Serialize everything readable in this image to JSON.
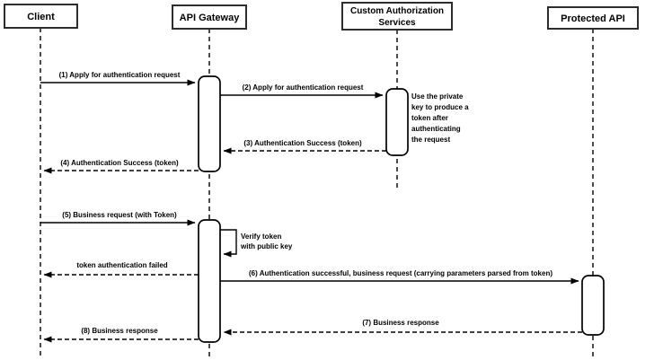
{
  "diagram": {
    "kind": "sequence-diagram",
    "colors": {
      "background": "#ffffff",
      "lines": "#000000",
      "actor_border": "#2d2d2d",
      "shape_fill": "#ffffff"
    },
    "actors": [
      {
        "id": "client",
        "label": "Client"
      },
      {
        "id": "api-gateway",
        "label": "API Gateway"
      },
      {
        "id": "custom-authorization-services",
        "label_line1": "Custom Authorization",
        "label_line2": "Services"
      },
      {
        "id": "protected-api",
        "label": "Protected API"
      }
    ],
    "messages": [
      {
        "seq": "1",
        "label": "(1) Apply for authentication request",
        "from": "Client",
        "to": "API Gateway",
        "line": "solid"
      },
      {
        "seq": "2",
        "label": "(2) Apply for authentication request",
        "from": "API Gateway",
        "to": "Custom Authorization Services",
        "line": "solid"
      },
      {
        "seq": "3",
        "label": "(3) Authentication Success (token)",
        "from": "Custom Authorization Services",
        "to": "API Gateway",
        "line": "dashed"
      },
      {
        "seq": "4",
        "label": "(4) Authentication Success (token)",
        "from": "API Gateway",
        "to": "Client",
        "line": "dashed"
      },
      {
        "seq": "5",
        "label": "(5) Business request (with Token)",
        "from": "Client",
        "to": "API Gateway",
        "line": "solid"
      },
      {
        "seq": "self",
        "label_line1": "Verify token",
        "label_line2": "with public key",
        "from": "API Gateway",
        "to": "API Gateway",
        "line": "solid-self"
      },
      {
        "seq": "",
        "label": "token authentication failed",
        "from": "API Gateway",
        "to": "Client",
        "line": "dashed"
      },
      {
        "seq": "6",
        "label": "(6) Authentication successful, business request (carrying parameters parsed from token)",
        "from": "API Gateway",
        "to": "Protected API",
        "line": "solid"
      },
      {
        "seq": "7",
        "label": "(7) Business response",
        "from": "Protected API",
        "to": "API Gateway",
        "line": "dashed"
      },
      {
        "seq": "8",
        "label": "(8) Business response",
        "from": "API Gateway",
        "to": "Client",
        "line": "dashed"
      }
    ],
    "note": {
      "line1": "Use the private",
      "line2": "key to produce a",
      "line3": "token after",
      "line4": "authenticating",
      "line5": "the request"
    }
  }
}
